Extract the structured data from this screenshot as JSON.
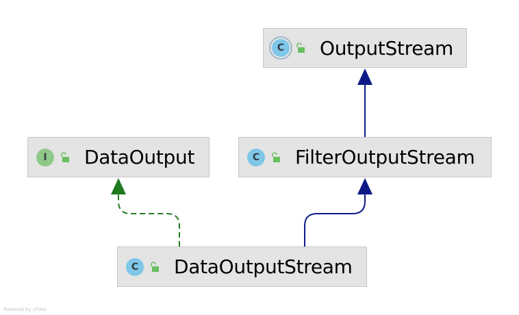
{
  "nodes": {
    "output_stream": {
      "label": "OutputStream",
      "kind": "C",
      "abstract": true
    },
    "data_output": {
      "label": "DataOutput",
      "kind": "I",
      "abstract": false
    },
    "filter_output_stream": {
      "label": "FilterOutputStream",
      "kind": "C",
      "abstract": false
    },
    "data_output_stream": {
      "label": "DataOutputStream",
      "kind": "C",
      "abstract": false
    }
  },
  "edges": [
    {
      "from": "filter_output_stream",
      "to": "output_stream",
      "type": "extends",
      "color": "#0d1a86"
    },
    {
      "from": "data_output_stream",
      "to": "filter_output_stream",
      "type": "extends",
      "color": "#0d1a86"
    },
    {
      "from": "data_output_stream",
      "to": "data_output",
      "type": "implements",
      "color": "#1f7a1f"
    }
  ],
  "colors": {
    "class_icon": "#7fc6e8",
    "interface_icon": "#8fc98a",
    "lock_icon": "#6abf5f",
    "node_bg": "#e4e4e4",
    "node_border": "#c7c7c7"
  },
  "footer": {
    "text": "Powered by yFiles"
  }
}
